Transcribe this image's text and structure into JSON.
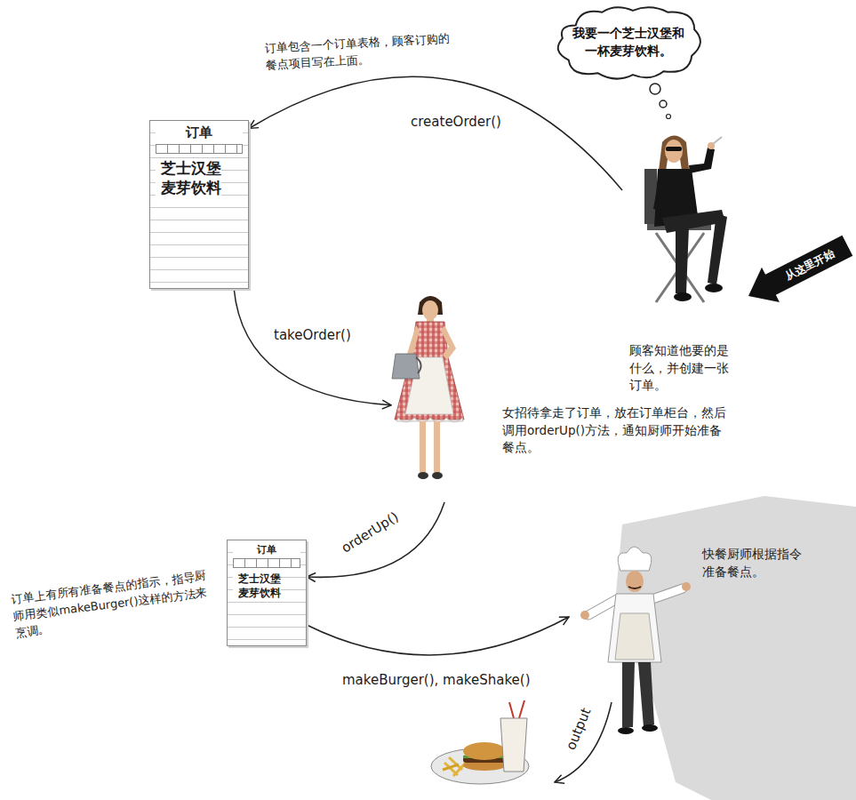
{
  "diagram": {
    "nodes": [
      {
        "text": [
          "我要一个芝士汉堡和一杯麦芽饮料。"
        ]
      },
      {
        "text": [
          "顾客知道他要的是什么，并创建一张订单。"
        ]
      },
      {
        "text": [
          "订单",
          "芝士汉堡",
          "麦芽饮料"
        ]
      },
      {
        "text": [
          "女招待拿走了订单，放在订单柜台，然后调用orderUp()方法，通知厨师开始准备餐点。"
        ]
      },
      {
        "text": [
          "订单",
          "芝士汉堡",
          "麦芽饮料"
        ]
      },
      {
        "text": [
          "快餐厨师根据指令准备餐点。"
        ]
      }
    ],
    "edges": [
      {
        "from": 1,
        "to": 2,
        "arrow": "to",
        "label": "createOrder()"
      },
      {
        "from": 2,
        "to": 3,
        "arrow": "to",
        "label": "takeOrder()"
      },
      {
        "from": 3,
        "to": 4,
        "arrow": "to",
        "label": "orderUp()"
      },
      {
        "from": 4,
        "to": 5,
        "arrow": "to",
        "label": "makeBurger(), makeShake()"
      }
    ],
    "labels": [
      "订单包含一个订单表格，顾客订购的餐点项目写在上面。",
      "从这里开始",
      "订单上有所有准备餐点的指示，指导厨师用类似makeBurger()这样的方法来烹调。",
      "output"
    ]
  }
}
